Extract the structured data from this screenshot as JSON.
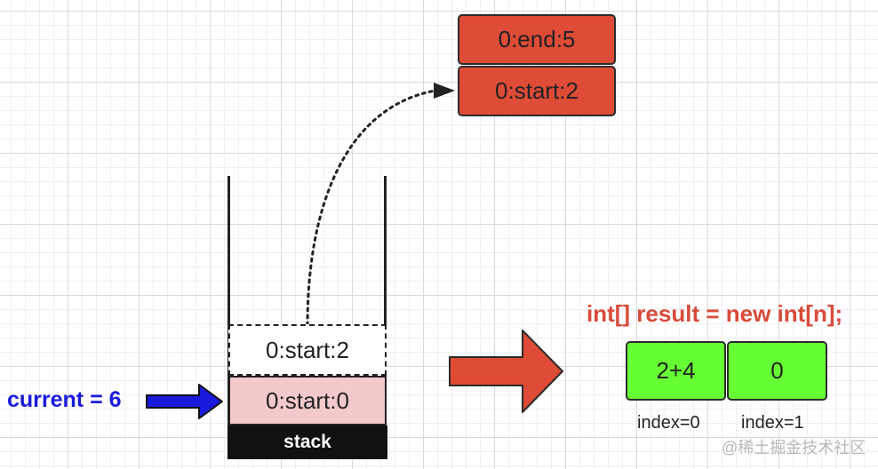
{
  "stack": {
    "label": "stack",
    "items": [
      "0:start:2",
      "0:start:0"
    ]
  },
  "popped": {
    "items": [
      "0:end:5",
      "0:start:2"
    ]
  },
  "current_label": "current = 6",
  "result": {
    "declaration": "int[] result = new int[n];",
    "cells": [
      "2+4",
      "0"
    ],
    "indices": [
      "index=0",
      "index=1"
    ]
  },
  "watermark": "@稀土掘金技术社区",
  "colors": {
    "popped_fill": "#de4b37",
    "stack_pink": "#f4c9cc",
    "result_green": "#66ff33",
    "current_blue": "#1a1adb",
    "declaration_red": "#d84b3a"
  }
}
